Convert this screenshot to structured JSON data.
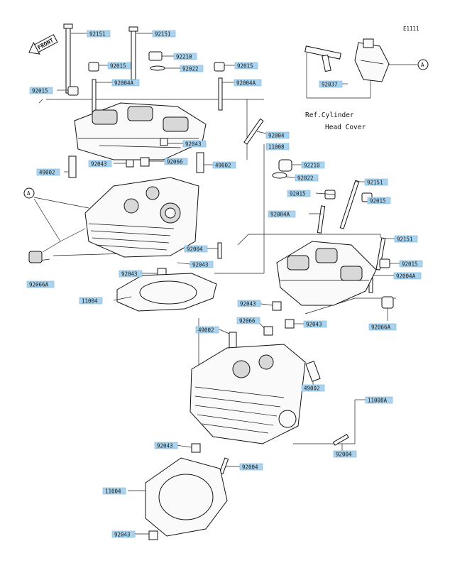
{
  "diagram": {
    "code": "E1111",
    "front_label": "FRONT",
    "ref_line1": "Ref.Cylinder",
    "ref_line2": "Head Cover",
    "marker_a": "A"
  },
  "labels": [
    {
      "text": "92151"
    },
    {
      "text": "92151"
    },
    {
      "text": "92210"
    },
    {
      "text": "92022"
    },
    {
      "text": "92015"
    },
    {
      "text": "92015"
    },
    {
      "text": "92004A"
    },
    {
      "text": "92004A"
    },
    {
      "text": "92015"
    },
    {
      "text": "92004"
    },
    {
      "text": "11008"
    },
    {
      "text": "92043"
    },
    {
      "text": "92066"
    },
    {
      "text": "49002"
    },
    {
      "text": "92043"
    },
    {
      "text": "49002"
    },
    {
      "text": "92004"
    },
    {
      "text": "92043"
    },
    {
      "text": "92043"
    },
    {
      "text": "92066A"
    },
    {
      "text": "11004"
    },
    {
      "text": "92037"
    },
    {
      "text": "92210"
    },
    {
      "text": "92022"
    },
    {
      "text": "92015"
    },
    {
      "text": "92151"
    },
    {
      "text": "92015"
    },
    {
      "text": "92004A"
    },
    {
      "text": "92151"
    },
    {
      "text": "92015"
    },
    {
      "text": "92004A"
    },
    {
      "text": "92043"
    },
    {
      "text": "92066"
    },
    {
      "text": "92043"
    },
    {
      "text": "92066A"
    },
    {
      "text": "49002"
    },
    {
      "text": "49002"
    },
    {
      "text": "11008A"
    },
    {
      "text": "92043"
    },
    {
      "text": "92004"
    },
    {
      "text": "92004"
    },
    {
      "text": "11004"
    },
    {
      "text": "92043"
    }
  ]
}
